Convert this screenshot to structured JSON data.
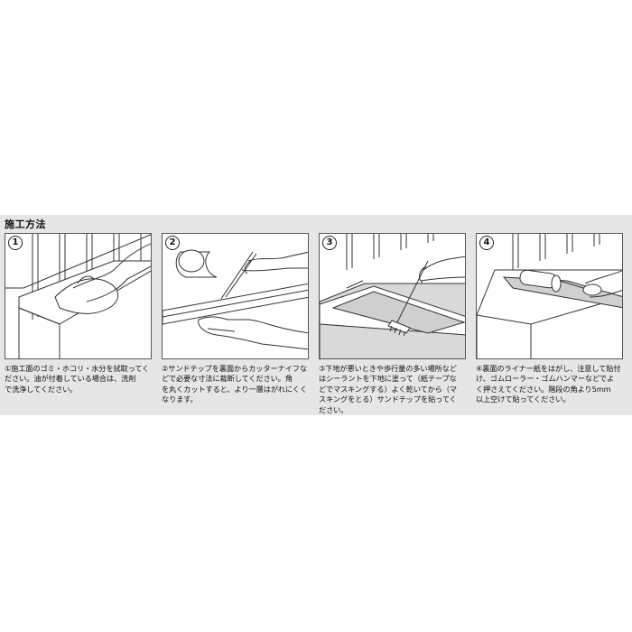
{
  "section_title": "施工方法",
  "steps": [
    {
      "number": "1",
      "caption": "①施工面のゴミ・ホコリ・水分を拭取ってく\nださい。油が付着している場合は、洗剤\nで洗浄してください。"
    },
    {
      "number": "2",
      "caption": "②サンドテップを裏面からカッターナイフな\nどで必要な寸法に裁断してください。角\nを丸くカットすると、より一層はがれにくく\nなります。"
    },
    {
      "number": "3",
      "caption": "③下地が悪いときや歩行量の多い場所など\nはシーラントを下地に塗って（紙テープな\nどでマスキングする）よく乾いてから（マ\nスキングをとる）サンドテップを貼ってく\nださい。"
    },
    {
      "number": "4",
      "caption": "④裏面のライナー紙をはがし、注意して貼付\nけ、ゴムローラー・ゴムハンマーなどでよ\nく押さえてください。階段の角より5mm\n以上空けて貼ってください。"
    }
  ],
  "colors": {
    "band": "#e6e6e6",
    "line": "#333333"
  },
  "icons": [
    "hand-wiping-illustration",
    "cutting-tape-illustration",
    "brush-sealant-illustration",
    "roller-pressing-illustration"
  ]
}
